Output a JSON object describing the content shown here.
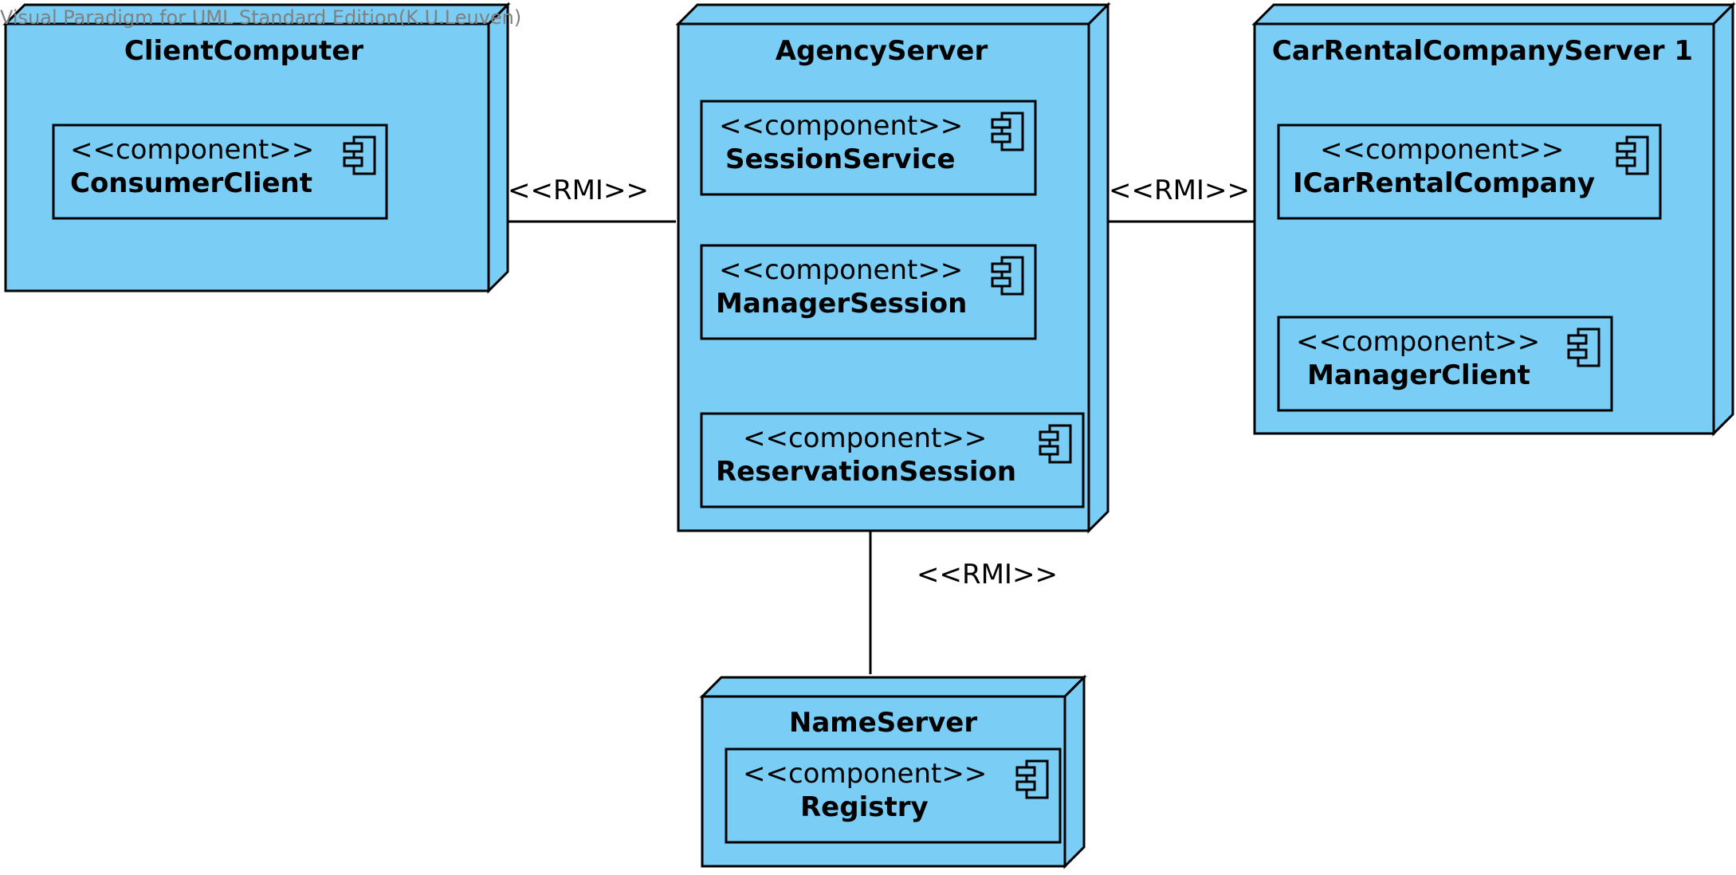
{
  "watermark": "Visual Paradigm for UML Standard Edition(K.U.Leuven)",
  "colors": {
    "node_fill": "#7ACDF4",
    "stroke": "#000000",
    "watermark": "#808080"
  },
  "nodes": [
    {
      "title": "ClientComputer",
      "components": [
        {
          "stereotype": "<<component>>",
          "name": "ConsumerClient",
          "icon": "component-icon"
        }
      ]
    },
    {
      "title": "AgencyServer",
      "components": [
        {
          "stereotype": "<<component>>",
          "name": "SessionService",
          "icon": "component-icon"
        },
        {
          "stereotype": "<<component>>",
          "name": "ManagerSession",
          "icon": "component-icon"
        },
        {
          "stereotype": "<<component>>",
          "name": "ReservationSession",
          "icon": "component-icon"
        }
      ]
    },
    {
      "title": "CarRentalCompanyServer 1",
      "components": [
        {
          "stereotype": "<<component>>",
          "name": "ICarRentalCompany",
          "icon": "component-icon"
        },
        {
          "stereotype": "<<component>>",
          "name": "ManagerClient",
          "icon": "component-icon"
        }
      ]
    },
    {
      "title": "NameServer",
      "components": [
        {
          "stereotype": "<<component>>",
          "name": "Registry",
          "icon": "component-icon"
        }
      ]
    }
  ],
  "edges": [
    {
      "from": "ClientComputer",
      "to": "AgencyServer",
      "label": "<<RMI>>"
    },
    {
      "from": "AgencyServer",
      "to": "CarRentalCompanyServer 1",
      "label": "<<RMI>>"
    },
    {
      "from": "AgencyServer",
      "to": "NameServer",
      "label": "<<RMI>>"
    }
  ]
}
